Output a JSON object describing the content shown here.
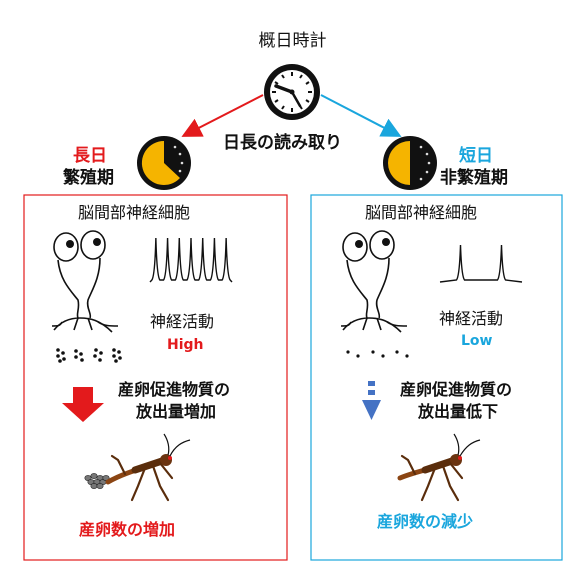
{
  "top": {
    "title": "概日時計"
  },
  "center_label": "日長の読み取り",
  "long": {
    "title": "長日",
    "subtitle": "繁殖期",
    "neuron_label": "脳間部神経細胞",
    "activity_label": "神経活動",
    "activity_level": "High",
    "release_line1": "産卵促進物質の",
    "release_line2": "放出量増加",
    "result": "産卵数の増加",
    "spike_count": 7
  },
  "short": {
    "title": "短日",
    "subtitle": "非繁殖期",
    "neuron_label": "脳間部神経細胞",
    "activity_label": "神経活動",
    "activity_level": "Low",
    "release_line1": "産卵促進物質の",
    "release_line2": "放出量低下",
    "result": "産卵数の減少",
    "spike_count": 2
  },
  "colors": {
    "long": "#e31a1c",
    "short": "#1aa6dd",
    "clock_fill": "#f5b400",
    "down_arrow_short": "#4472c4"
  },
  "icons": {
    "clock": "analog-clock-icon",
    "photoperiod_long": "long-day-dial-icon",
    "photoperiod_short": "short-day-dial-icon",
    "neuron": "cartoon-neuron-icon",
    "bug": "insect-icon"
  }
}
